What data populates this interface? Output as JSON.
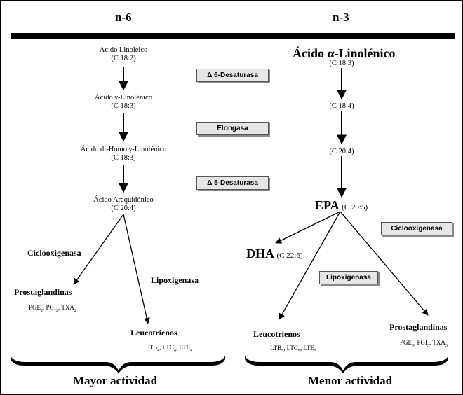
{
  "headers": {
    "left": "n-6",
    "right": "n-3"
  },
  "left": {
    "n1": {
      "name": "Ácido Linoleico",
      "formula": "(C 18:2)"
    },
    "n2": {
      "name": "Ácido γ-Linolénico",
      "formula": "(C 18:3)"
    },
    "n3": {
      "name": "Ácido di-Homo γ-Linolénico",
      "formula": "(C 18:3)"
    },
    "n4": {
      "name": "Ácido Araquidónico",
      "formula": "(C 20:4)"
    },
    "ciclo": "Ciclooxigenasa",
    "lipo": "Lipoxigenasa",
    "prost": "Prostaglandinas",
    "prost_list": {
      "a": "PGE",
      "a_sub": "2",
      "b": ", PGI",
      "b_sub": "2",
      "c": ", TXA",
      "c_sub": "2"
    },
    "leuco": "Leucotrienos",
    "leuco_list": {
      "a": "LTB",
      "a_sub": "4",
      "b": ", LTC",
      "b_sub": "4",
      "c": ", LTE",
      "c_sub": "4"
    }
  },
  "enzymes": {
    "d6": "Δ 6-Desaturasa",
    "elong": "Elongasa",
    "d5": "Δ 5-Desaturasa"
  },
  "right": {
    "n1": {
      "name": "Ácido α-Linolénico",
      "formula": "(C 18:3)"
    },
    "n2": {
      "formula": "(C 18:4)"
    },
    "n3": {
      "formula": "(C 20:4)"
    },
    "epa": {
      "name": "EPA",
      "formula": "(C 20:5)"
    },
    "dha": {
      "name": "DHA",
      "formula": "(C 22:6)"
    },
    "ciclo_box": "Ciclooxigenasa",
    "lipo_box": "Lipoxigenasa",
    "leuco": "Leucotrienos",
    "leuco_list": {
      "a": "LTB",
      "a_sub": "5",
      "b": ", LTC",
      "b_sub": "5",
      "c": ", LTE",
      "c_sub": "5"
    },
    "prost": "Prostaglandinas",
    "prost_list": {
      "a": "PGE",
      "a_sub": "3",
      "b": ", PGI",
      "b_sub": "3",
      "c": ", TXA",
      "c_sub": "3"
    }
  },
  "footer": {
    "left": "Mayor actividad",
    "right": "Menor actividad"
  }
}
